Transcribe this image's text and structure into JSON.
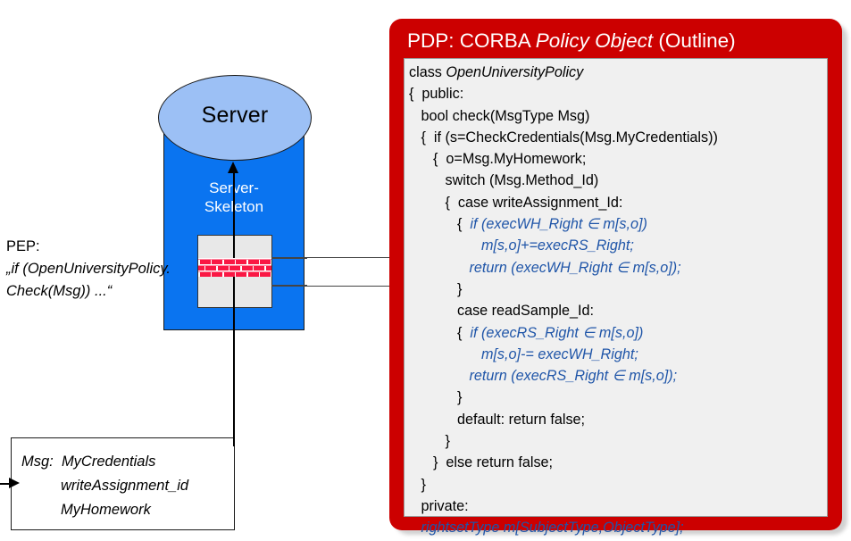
{
  "diagram": {
    "title_visible": false,
    "colors": {
      "pdp_panel_red": "#CC0000",
      "code_background": "#F0F0F0",
      "server_body_blue": "#0A74F0",
      "server_ellipse_blue": "#9CC0F5",
      "firewall_brick_red": "#FA1744",
      "code_highlight_blue": "#1F55A8"
    }
  },
  "server": {
    "ellipse_label": "Server",
    "skeleton_label_line1": "Server-",
    "skeleton_label_line2": "Skeleton",
    "firewall_icon_name": "brick-wall-firewall"
  },
  "pep": {
    "title": "PEP:",
    "quote_line1": "„if (OpenUniversityPolicy.",
    "quote_line2": "Check(Msg)) ...“"
  },
  "msg_box": {
    "label": "Msg:",
    "fields": [
      "MyCredentials",
      "writeAssignment_id",
      "MyHomework"
    ]
  },
  "pdp": {
    "title_prefix": "PDP: CORBA ",
    "title_italic": "Policy Object",
    "title_suffix": " (Outline)",
    "code_lines": [
      {
        "text": "class ",
        "italic_part": "OpenUniversityPolicy",
        "style": "mixed-italic-tail"
      },
      {
        "text": "{  public:",
        "style": "plain"
      },
      {
        "text": "   bool check(MsgType Msg)",
        "style": "plain"
      },
      {
        "text": "   {  if (s=CheckCredentials(Msg.MyCredentials))",
        "style": "plain"
      },
      {
        "text": "      {  o=Msg.MyHomework;",
        "style": "plain"
      },
      {
        "text": "         switch (Msg.Method_Id)",
        "style": "plain"
      },
      {
        "text": "         {  case writeAssignment_Id:",
        "style": "plain"
      },
      {
        "text": "            {  if (execWH_Right ∈ m[s,o])",
        "style": "blue-after-brace"
      },
      {
        "text": "                  m[s,o]+=execRS_Right;",
        "style": "blue"
      },
      {
        "text": "               return (execWH_Right ∈ m[s,o]);",
        "style": "blue"
      },
      {
        "text": "            }",
        "style": "plain"
      },
      {
        "text": "            case readSample_Id:",
        "style": "plain"
      },
      {
        "text": "            {  if (execRS_Right ∈ m[s,o])",
        "style": "blue-after-brace"
      },
      {
        "text": "                  m[s,o]-= execWH_Right;",
        "style": "blue"
      },
      {
        "text": "               return (execRS_Right ∈ m[s,o]);",
        "style": "blue"
      },
      {
        "text": "            }",
        "style": "plain"
      },
      {
        "text": "            default: return false;",
        "style": "plain"
      },
      {
        "text": "         }",
        "style": "plain"
      },
      {
        "text": "      }  else return false;",
        "style": "plain"
      },
      {
        "text": "   }",
        "style": "plain"
      },
      {
        "text": "   private:",
        "style": "plain"
      },
      {
        "text": "   rightsetType m[SubjectType,ObjectType];",
        "style": "blue"
      },
      {
        "text": "}",
        "style": "plain"
      }
    ]
  },
  "connectors": {
    "msg_to_server_arrow": "upward-arrow",
    "into_msg_arrow": "rightward-arrow",
    "firewall_to_pdp": "rectangular-link"
  }
}
